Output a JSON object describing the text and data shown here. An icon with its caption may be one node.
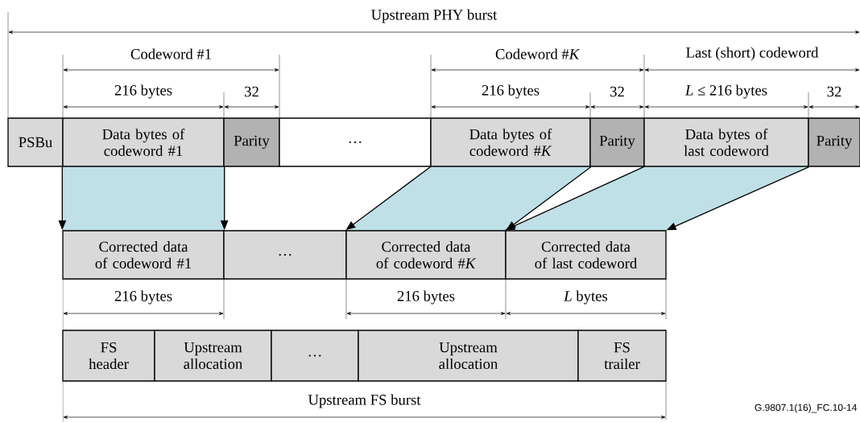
{
  "diagram": {
    "nodes": [
      {
        "text": [
          "PSBu"
        ]
      },
      {
        "text": [
          "Data bytes of codeword #1"
        ]
      },
      {
        "text": [
          "Parity"
        ]
      },
      {
        "text": [
          "…"
        ]
      },
      {
        "text": [
          "Data bytes of codeword #*K*"
        ]
      },
      {
        "text": [
          "Parity"
        ]
      },
      {
        "text": [
          "Data bytes of last codeword"
        ]
      },
      {
        "text": [
          "Parity"
        ]
      },
      {
        "text": [
          "Corrected data of codeword #1"
        ]
      },
      {
        "text": [
          "…"
        ]
      },
      {
        "text": [
          "Corrected data of codeword #*K*"
        ]
      },
      {
        "text": [
          "Corrected data of last codeword"
        ]
      },
      {
        "text": [
          "FS header"
        ]
      },
      {
        "text": [
          "Upstream allocation"
        ]
      },
      {
        "text": [
          "…"
        ]
      },
      {
        "text": [
          "Upstream allocation"
        ]
      },
      {
        "text": [
          "FS trailer"
        ]
      }
    ],
    "edges": [
      {
        "from": 1,
        "to": 8,
        "arrow": "to"
      },
      {
        "from": 1,
        "to": 8,
        "arrow": "to"
      },
      {
        "from": 4,
        "to": 10,
        "arrow": "to"
      },
      {
        "from": 4,
        "to": 10,
        "arrow": "to"
      },
      {
        "from": 6,
        "to": 11,
        "arrow": "to"
      },
      {
        "from": 6,
        "to": 11,
        "arrow": "to"
      }
    ],
    "labels": [
      "Upstream PHY burst",
      "Codeword #1",
      "Codeword #*K*",
      "Last (short) codeword",
      "216 bytes",
      "32",
      "216 bytes",
      "32",
      "*L* ≤ 216 bytes",
      "32",
      "216 bytes",
      "216 bytes",
      "*L* bytes",
      "Upstream FS burst",
      "G.9807.1(16)_FC.10-14"
    ]
  }
}
